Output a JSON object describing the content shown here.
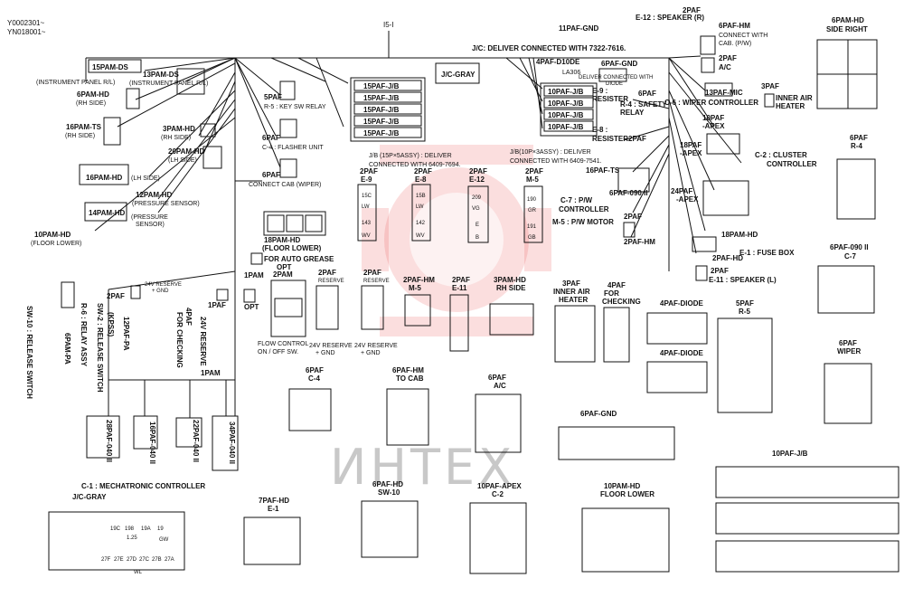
{
  "header": {
    "serial_1": "Y0002301~",
    "serial_2": "YN018001~",
    "main_harness": "I5-I",
    "note_jc": "J/C: DELIVER CONNECTED WITH 7322-7616.",
    "watermark": "ИНТЕХ"
  },
  "left_connectors": {
    "pam_ds_15": "15PAM-DS",
    "pam_ds_13": "13PAM-DS",
    "inst_panel_1": "(INSTRUMENT PANEL R/L)",
    "inst_panel_2": "(INSTRUMENT PANEL R/L)",
    "pam_hd_6": "6PAM-HD",
    "rh_side": "(RH SIDE)",
    "pam_ts_16": "16PAM-TS",
    "rh_side_2": "(RH SIDE)",
    "pam_hd_3": "3PAM-HD",
    "rh_side_3": "(RH SIDE)",
    "pam_hd_20": "20PAM-HD",
    "lh_side": "(LH SIDE)",
    "pam_hd_16": "16PAM-HD",
    "lh_side_2": "(LH SIDE)",
    "pam_hd_12": "12PAM-HD",
    "pressure_sensor": "(PRESSURE SENSOR)",
    "pam_hd_14": "14PAM-HD",
    "pressure_sensor_2": "(PRESSURE",
    "pressure_sensor_3": "SENSOR)",
    "pam_hd_10": "10PAM-HD",
    "floor_lower": "(FLOOR LOWER)"
  },
  "center_top": {
    "paf_5": "5PAF",
    "r5": "R-5 : KEY SW RELAY",
    "paf_6": "6PAF",
    "c4": "C-4 : FLASHER UNIT",
    "paf_6b": "6PAF",
    "connect_cab": "CONNECT CAB (WIPER)",
    "jb_labels": [
      "15PAF-J/B",
      "15PAF-J/B",
      "15PAF-J/B",
      "15PAF-J/B",
      "15PAF-J/B"
    ],
    "jb_note_1": "J/B (15P×5ASSY) : DELIVER",
    "jb_note_2": "CONNECTED WITH 6409-7694.",
    "jc_gray": "J/C-GRAY",
    "jb10_labels": [
      "10PAF-J/B",
      "10PAF-J/B",
      "10PAF-J/B",
      "10PAF-J/B"
    ],
    "jb10_note_1": "J/B(10P×3ASSY) : DELIVER",
    "jb10_note_2": "CONNECTED WITH 6409-7541."
  },
  "right_top": {
    "gnd_11": "11PAF-GND",
    "e12_label": "E-12 : SPEAKER (R)",
    "paf_2_top": "2PAF",
    "hm_6": "6PAF-HM",
    "connect_with": "CONNECT WITH",
    "cab_pw": "CAB. (P/W)",
    "diode_4": "4PAF-D10DE",
    "gnd_6": "6PAF-GND",
    "la306": "LA306",
    "deliver_diode": "DELIVER CONNECTED WITH",
    "diode": "DIODE",
    "e9": "E-9 :",
    "resister": "RESISTER",
    "paf_6_r": "6PAF",
    "r4": "R-4 : SAFETY",
    "relay": "RELAY",
    "paf_2_a": "2PAF",
    "ac": "A/C",
    "mic_13": "13PAF-MIC",
    "c6": "C-6 : WIPER CONTROLLER",
    "inner_air_1": "3PAF",
    "inner_air_2": "INNER AIR",
    "inner_air_3": "HEATER",
    "apex_10": "10PAF",
    "apex_10b": "-APEX",
    "apex_18": "18PAF",
    "apex_18b": "-APEX",
    "c2": "C-2 : CLUSTER",
    "controller": "CONTROLLER",
    "e8": "E-8 :",
    "resister2": "RESISTER",
    "paf_2_b": "2PAF",
    "ts_16": "16PAF-TS",
    "c7": "C-7 : P/W",
    "controller2": "CONTROLLER",
    "paf_090": "6PAF-090 II",
    "m5": "M-5 : P/W MOTOR",
    "paf_2_c": "2PAF",
    "paf_2_hm": "2PAF-HM",
    "apex_24": "24PAF",
    "apex_24b": "-APEX",
    "hd_18": "18PAM-HD",
    "e1": "E-1 : FUSE BOX",
    "paf_2_hd": "2PAF-HD",
    "paf_2_d": "2PAF",
    "e11": "E-11 : SPEAKER (L)"
  },
  "middle_row": {
    "paf_e9": [
      "2PAF",
      "E-9",
      "15C",
      "LW",
      "143",
      "WV"
    ],
    "paf_e8": [
      "2PAF",
      "E-8",
      "15B",
      "LW",
      "142",
      "WV"
    ],
    "paf_e12": [
      "2PAF",
      "E-12",
      "209",
      "VG",
      "E",
      "B"
    ],
    "paf_m5": [
      "2PAF",
      "M-5",
      "190",
      "GR",
      "191",
      "GB"
    ],
    "hd_18_floor": "18PAM-HD",
    "floor_lower": "(FLOOR LOWER)",
    "auto_grease": "FOR AUTO GREASE",
    "opt_1": "OPT",
    "opt_2": "2PAM",
    "pam_1": "1PAM",
    "opt_3": "OPT"
  },
  "lower_left": {
    "sw10": "SW-10 : RELEASE SWITCH",
    "pam_6": "6PAM-PA",
    "r6": "R-6 : RELAY ASSY",
    "sw2": "SW-2 : RELEASE SWITCH",
    "kpss": "(KPSS)",
    "paf_12": "12PAF-PA",
    "reserve": "24V RESERVE",
    "gnd": "+ GND",
    "for_checking": "FOR CHECKING",
    "paf_4": "4PAF",
    "reserve_2": "24V RESERVE",
    "paf_2": "2PAF",
    "paf_1": "1PAF",
    "pam_1": "1PAM",
    "pam_28": "28PAF-040 II",
    "paf_16": "16PAF-040 II",
    "paf_22": "22PAF-040 II",
    "pam_34": "34PAF-040 II",
    "c1": "C-1 : MECHATRONIC CONTROLLER"
  },
  "middle_lower": {
    "flow_control": "FLOW CONTROL",
    "on_off": "ON / OFF SW.",
    "reserve_a": "24V RESERVE",
    "gnd_a": "+ GND",
    "reserve_b": "24V RESERVE",
    "gnd_b": "+ GND",
    "paf_2_a": "2PAF",
    "reserve_c": "RESERVE",
    "paf_2_b": "2PAF",
    "reserve_d": "RESERVE",
    "hm_2": "2PAF-HM",
    "m5_hm": "M-5",
    "paf_2_e11": "2PAF",
    "e11_b": "E-11",
    "hd_3": "3PAM-HD",
    "rh_side": "RH SIDE",
    "paf_3": "3PAF",
    "inner_air_a": "INNER AIR",
    "heater_a": "HEATER",
    "paf_4": "4PAF",
    "for_a": "FOR",
    "checking_a": "CHECKING",
    "hm_6": "6PAF-HM",
    "to_cab": "TO CAB",
    "paf_6": "6PAF",
    "c4": "C-4",
    "paf_6_ac": "6PAF",
    "ac": "A/C",
    "gnd_6": "6PAF-GND"
  },
  "right_tables": {
    "hd_6_title": "6PAM-HD",
    "side_right": "SIDE RIGHT",
    "r4_title": "6PAF",
    "r4_sub": "R-4",
    "c7_title": "6PAF-090 II",
    "c7_sub": "C-7",
    "diode_title": "4PAF-DIODE",
    "diode_title_2": "4PAF-DIODE",
    "r5_title": "5PAF",
    "r5_sub": "R-5",
    "wiper_title": "6PAF",
    "wiper_sub": "WIPER",
    "jb_title": "10PAF-J/B"
  },
  "bottom_row": {
    "jc_gray": "J/C-GRAY",
    "jc_nums": [
      "19C",
      "198",
      "19A",
      "19"
    ],
    "jc_val": "1.25",
    "jc_gw": "GW",
    "jc_bottom": [
      "27F",
      "27E",
      "27D",
      "27C",
      "27B",
      "27A"
    ],
    "jc_wl": "WL",
    "hd_7": "7PAF-HD",
    "e1_b": "E-1",
    "hd_6": "6PAF-HD",
    "sw10_b": "SW-10",
    "apex_10": "10PAF-APEX",
    "c2_b": "C-2",
    "hd_10": "10PAM-HD",
    "floor_lower_b": "FLOOR LOWER"
  }
}
